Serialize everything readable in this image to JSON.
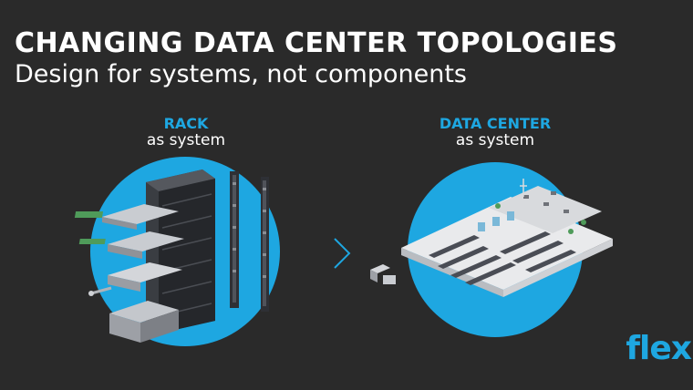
{
  "slide": {
    "title": "CHANGING DATA CENTER TOPOLOGIES",
    "subtitle": "Design for systems, not components"
  },
  "rack": {
    "label_main": "RACK",
    "label_sub": "as system"
  },
  "datacenter": {
    "label_main": "DATA CENTER",
    "label_sub": "as system"
  },
  "brand": {
    "logo_text": "flex",
    "accent_color": "#1ea7e1",
    "background_color": "#2a2a2a"
  }
}
